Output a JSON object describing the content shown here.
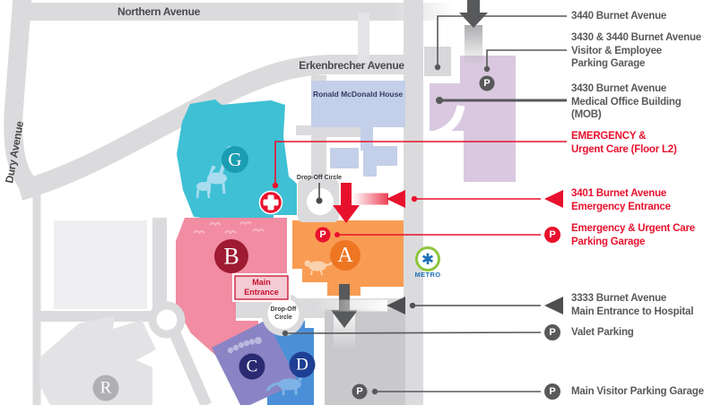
{
  "streets": {
    "northern": "Northern Avenue",
    "dury": "Dury Avenue",
    "erkenbrecher": "Erkenbrecher Avenue"
  },
  "map_labels": {
    "rmh": "Ronald McDonald House",
    "dropoff_top": "Drop-Off Circle",
    "dropoff_main_l1": "Drop-Off",
    "dropoff_main_l2": "Circle",
    "main_entrance_l1": "Main",
    "main_entrance_l2": "Entrance",
    "metro": "METRO",
    "metro_symbol": "✱",
    "parking": "P"
  },
  "buildings": {
    "a": "A",
    "b": "B",
    "c": "C",
    "d": "D",
    "g": "G",
    "r": "R"
  },
  "legend": {
    "items": [
      {
        "text": "3440 Burnet Avenue",
        "variant": "gray"
      },
      {
        "text": "3430 & 3440 Burnet Avenue\nVisitor & Employee\nParking Garage",
        "variant": "gray"
      },
      {
        "text": "3430 Burnet Avenue\nMedical Office Building\n(MOB)",
        "variant": "gray"
      },
      {
        "text": "EMERGENCY &\nUrgent Care (Floor L2)",
        "variant": "red"
      },
      {
        "text": "3401 Burnet Avenue\nEmergency Entrance",
        "variant": "red"
      },
      {
        "text": "Emergency & Urgent Care\nParking Garage",
        "variant": "red"
      },
      {
        "text": "3333 Burnet Avenue\nMain Entrance to Hospital",
        "variant": "gray"
      },
      {
        "text": "Valet Parking",
        "variant": "gray"
      },
      {
        "text": "Main Visitor Parking Garage",
        "variant": "gray"
      }
    ]
  },
  "colors": {
    "red": "#E8112D",
    "dark_gray": "#58595B",
    "road": "#DBDBDD",
    "teal": "#3FC0D4",
    "teal_dark": "#1A9DB2",
    "pink": "#F18CA2",
    "crimson": "#9E1B32",
    "orange": "#F99C53",
    "orange_dark": "#EE7623",
    "purple": "#8A84C5",
    "navy": "#2A2A72",
    "blue": "#4A8FD7",
    "blue_dark": "#1E3F94",
    "mob_lavender": "#D9C8DF",
    "rmh_periwinkle": "#C4CFE9",
    "metro_green": "#8DC63F",
    "metro_blue": "#1D71B8"
  }
}
